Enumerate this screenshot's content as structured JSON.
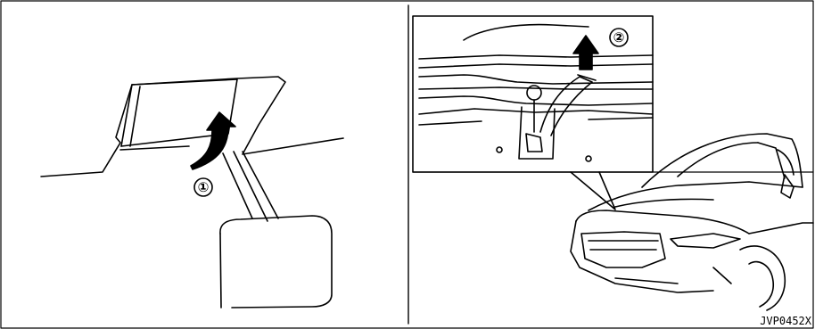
{
  "callouts": {
    "step1": "①",
    "step2": "②"
  },
  "figure_code": "JVP0452X",
  "colors": {
    "line": "#000000",
    "background": "#ffffff"
  }
}
